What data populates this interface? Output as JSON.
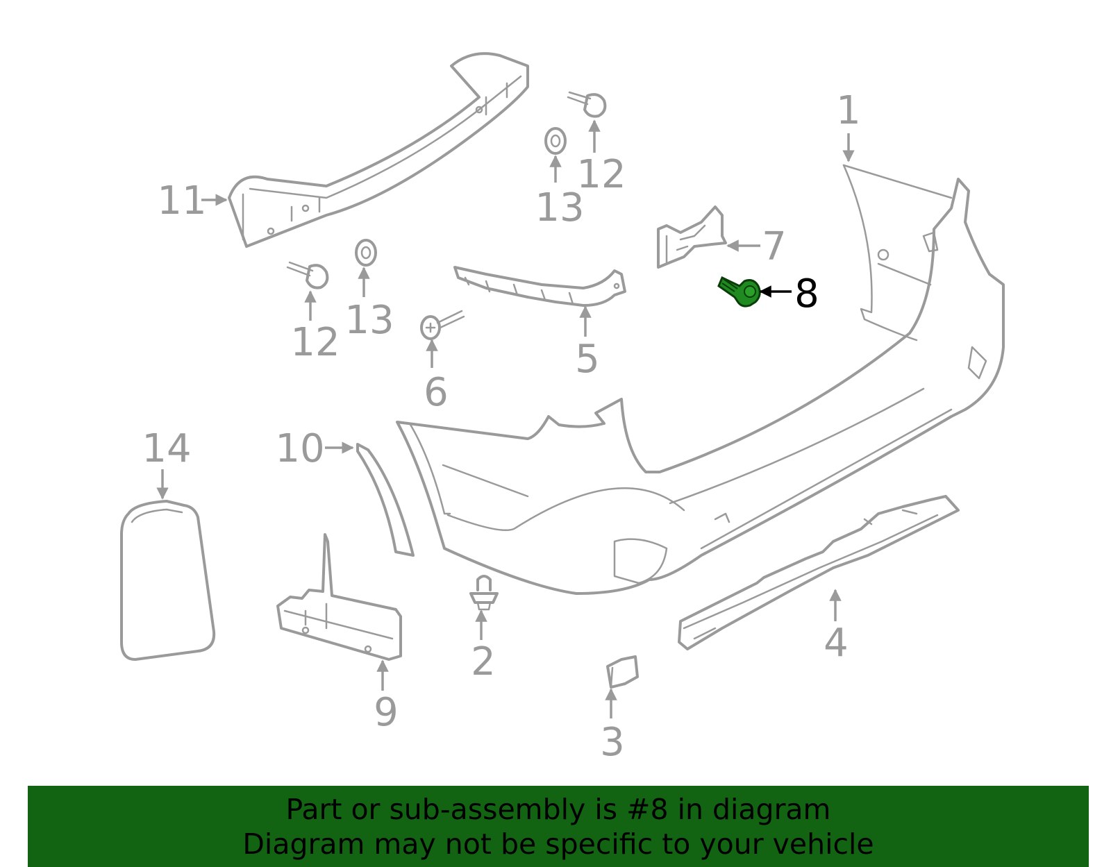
{
  "diagram": {
    "highlighted_part": "8",
    "highlight_color": "#1f8a1f",
    "part_color": "#9a9a9a",
    "callouts": {
      "c1": "1",
      "c2": "2",
      "c3": "3",
      "c4": "4",
      "c5": "5",
      "c6": "6",
      "c7": "7",
      "c8": "8",
      "c9": "9",
      "c10": "10",
      "c11": "11",
      "c12a": "12",
      "c12b": "12",
      "c13a": "13",
      "c13b": "13",
      "c14": "14"
    }
  },
  "banner": {
    "background_color": "#126312",
    "line1": "Part or sub-assembly is #8 in diagram",
    "line2": "Diagram may not be specific to your vehicle"
  }
}
